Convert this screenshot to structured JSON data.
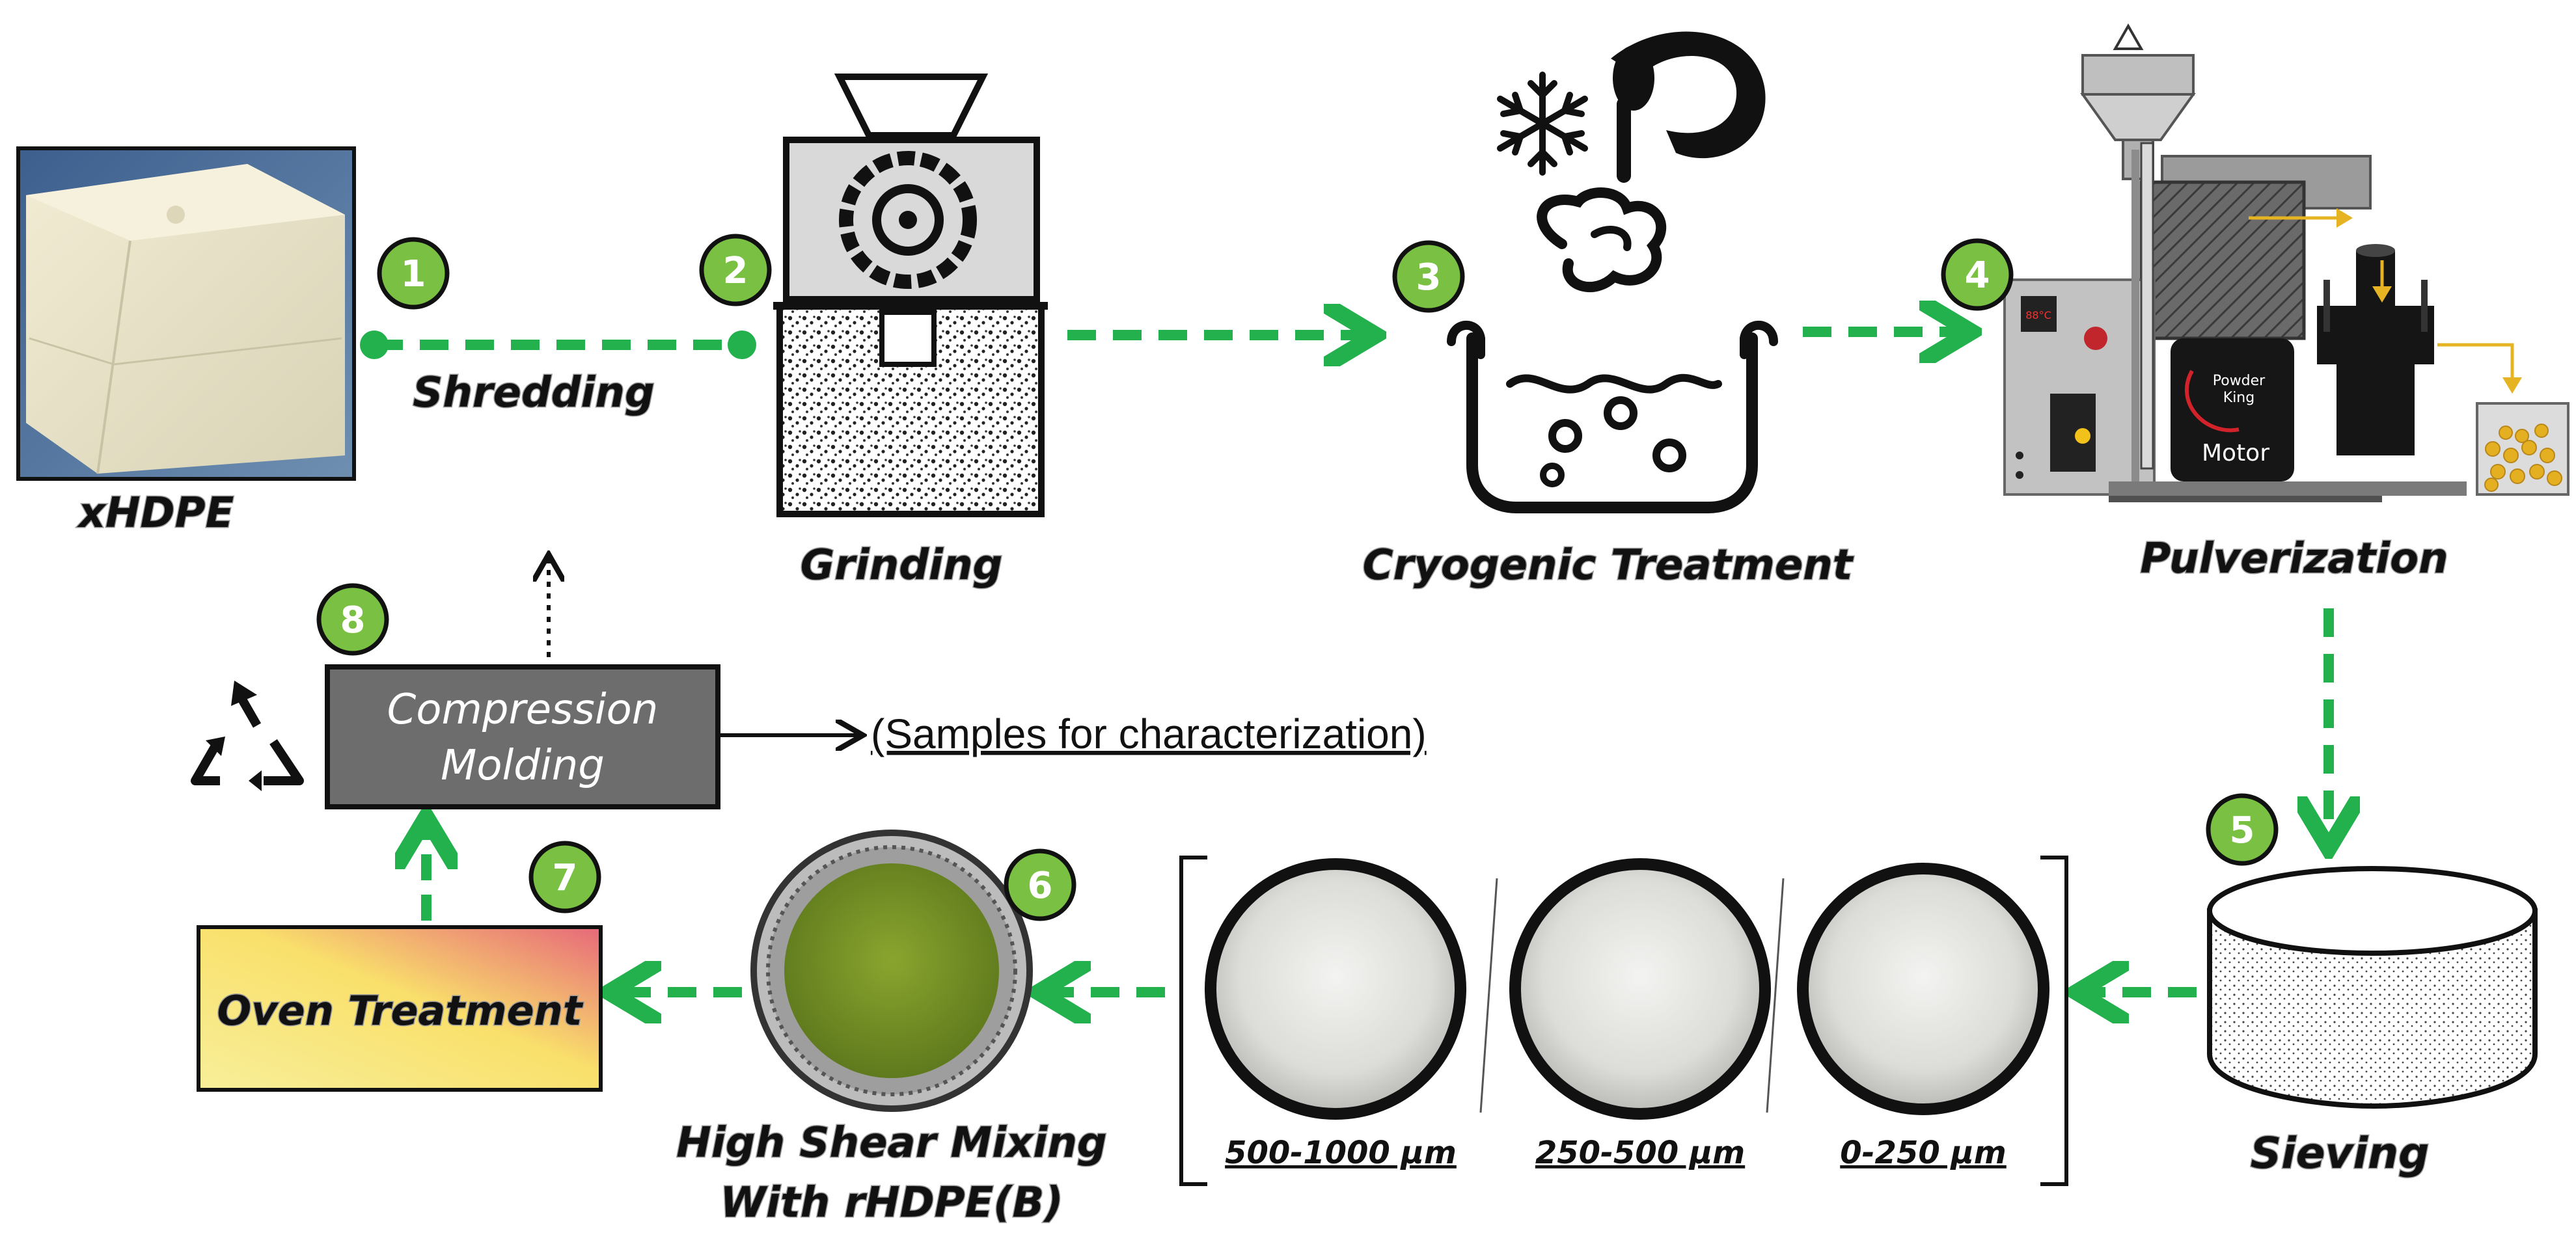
{
  "steps": {
    "s1": {
      "number": "1"
    },
    "s2": {
      "number": "2"
    },
    "s3": {
      "number": "3"
    },
    "s4": {
      "number": "4"
    },
    "s5": {
      "number": "5"
    },
    "s6": {
      "number": "6"
    },
    "s7": {
      "number": "7"
    },
    "s8": {
      "number": "8"
    }
  },
  "labels": {
    "xhdpe": "xHDPE",
    "shredding": "Shredding",
    "grinding": "Grinding",
    "cryogenic": "Cryogenic Treatment",
    "pulverization": "Pulverization",
    "sieving": "Sieving",
    "mixing_line1": "High Shear Mixing",
    "mixing_line2": "With rHDPE(B)",
    "oven": "Oven Treatment",
    "compression_line1": "Compression",
    "compression_line2": "Molding",
    "samples": "(Samples for characterization)"
  },
  "sizes": [
    {
      "label": "500-1000 μm"
    },
    {
      "label": "250-500 μm"
    },
    {
      "label": "0-250 μm"
    }
  ],
  "machine": {
    "brand_line1": "Powder",
    "brand_line2": "King",
    "motor": "Motor"
  },
  "icons": [
    "recycle-icon",
    "snowflake-icon",
    "liquid-pour-icon",
    "cryo-bath-icon"
  ],
  "colors": {
    "badge_green": "#7ac143",
    "arrow_green": "#22b14c",
    "box_gray": "#6d6d6d",
    "machine_gray": "#a7a7a7",
    "oven_gradient": [
      "#f7e46a",
      "#e9707a"
    ]
  }
}
